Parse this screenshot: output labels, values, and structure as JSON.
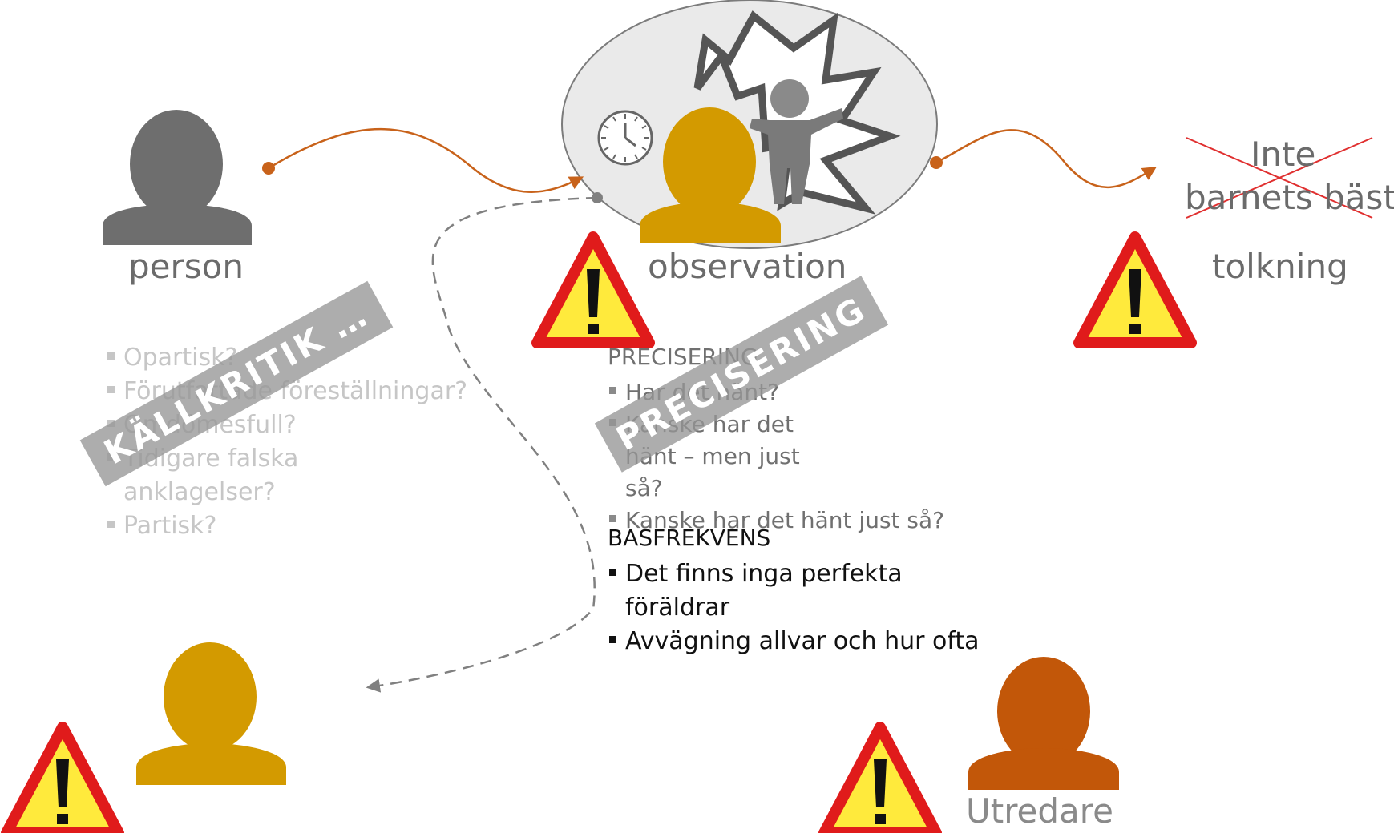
{
  "nodes": {
    "person": "person",
    "observation": "observation",
    "tolkning": "tolkning",
    "interpretation_line1": "Inte",
    "interpretation_line2": "barnets bästa",
    "utredare": "Utredare"
  },
  "kallkritik": {
    "stamp": "KÄLLKRITIK …",
    "items": [
      "Opartisk?",
      "Förutfattade föreställningar?",
      "Omdömesfull?",
      "Tidigare falska anklagelser?",
      "Partisk?"
    ]
  },
  "precisering": {
    "stamp": "PRECISERING",
    "heading": "PRECISERING",
    "items": [
      "Har det hänt?",
      "Kanske har det hänt – men just så?",
      "Kanske har det hänt just så?"
    ]
  },
  "basfrekvens": {
    "heading": "BASFREKVENS",
    "items": [
      "Det finns inga perfekta föräldrar",
      "Avvägning allvar och hur ofta"
    ]
  },
  "colors": {
    "person_gray": "#6e6e6e",
    "observer_gold": "#d39a00",
    "investigator_orange": "#c25709",
    "arrow_orange": "#c8621a",
    "warning_red": "#e01b1b",
    "warning_yellow": "#ffea3c"
  },
  "icons": [
    "person-silhouette-icon",
    "clock-icon",
    "child-figure-icon",
    "lightning-burst-icon",
    "warning-triangle-icon"
  ]
}
